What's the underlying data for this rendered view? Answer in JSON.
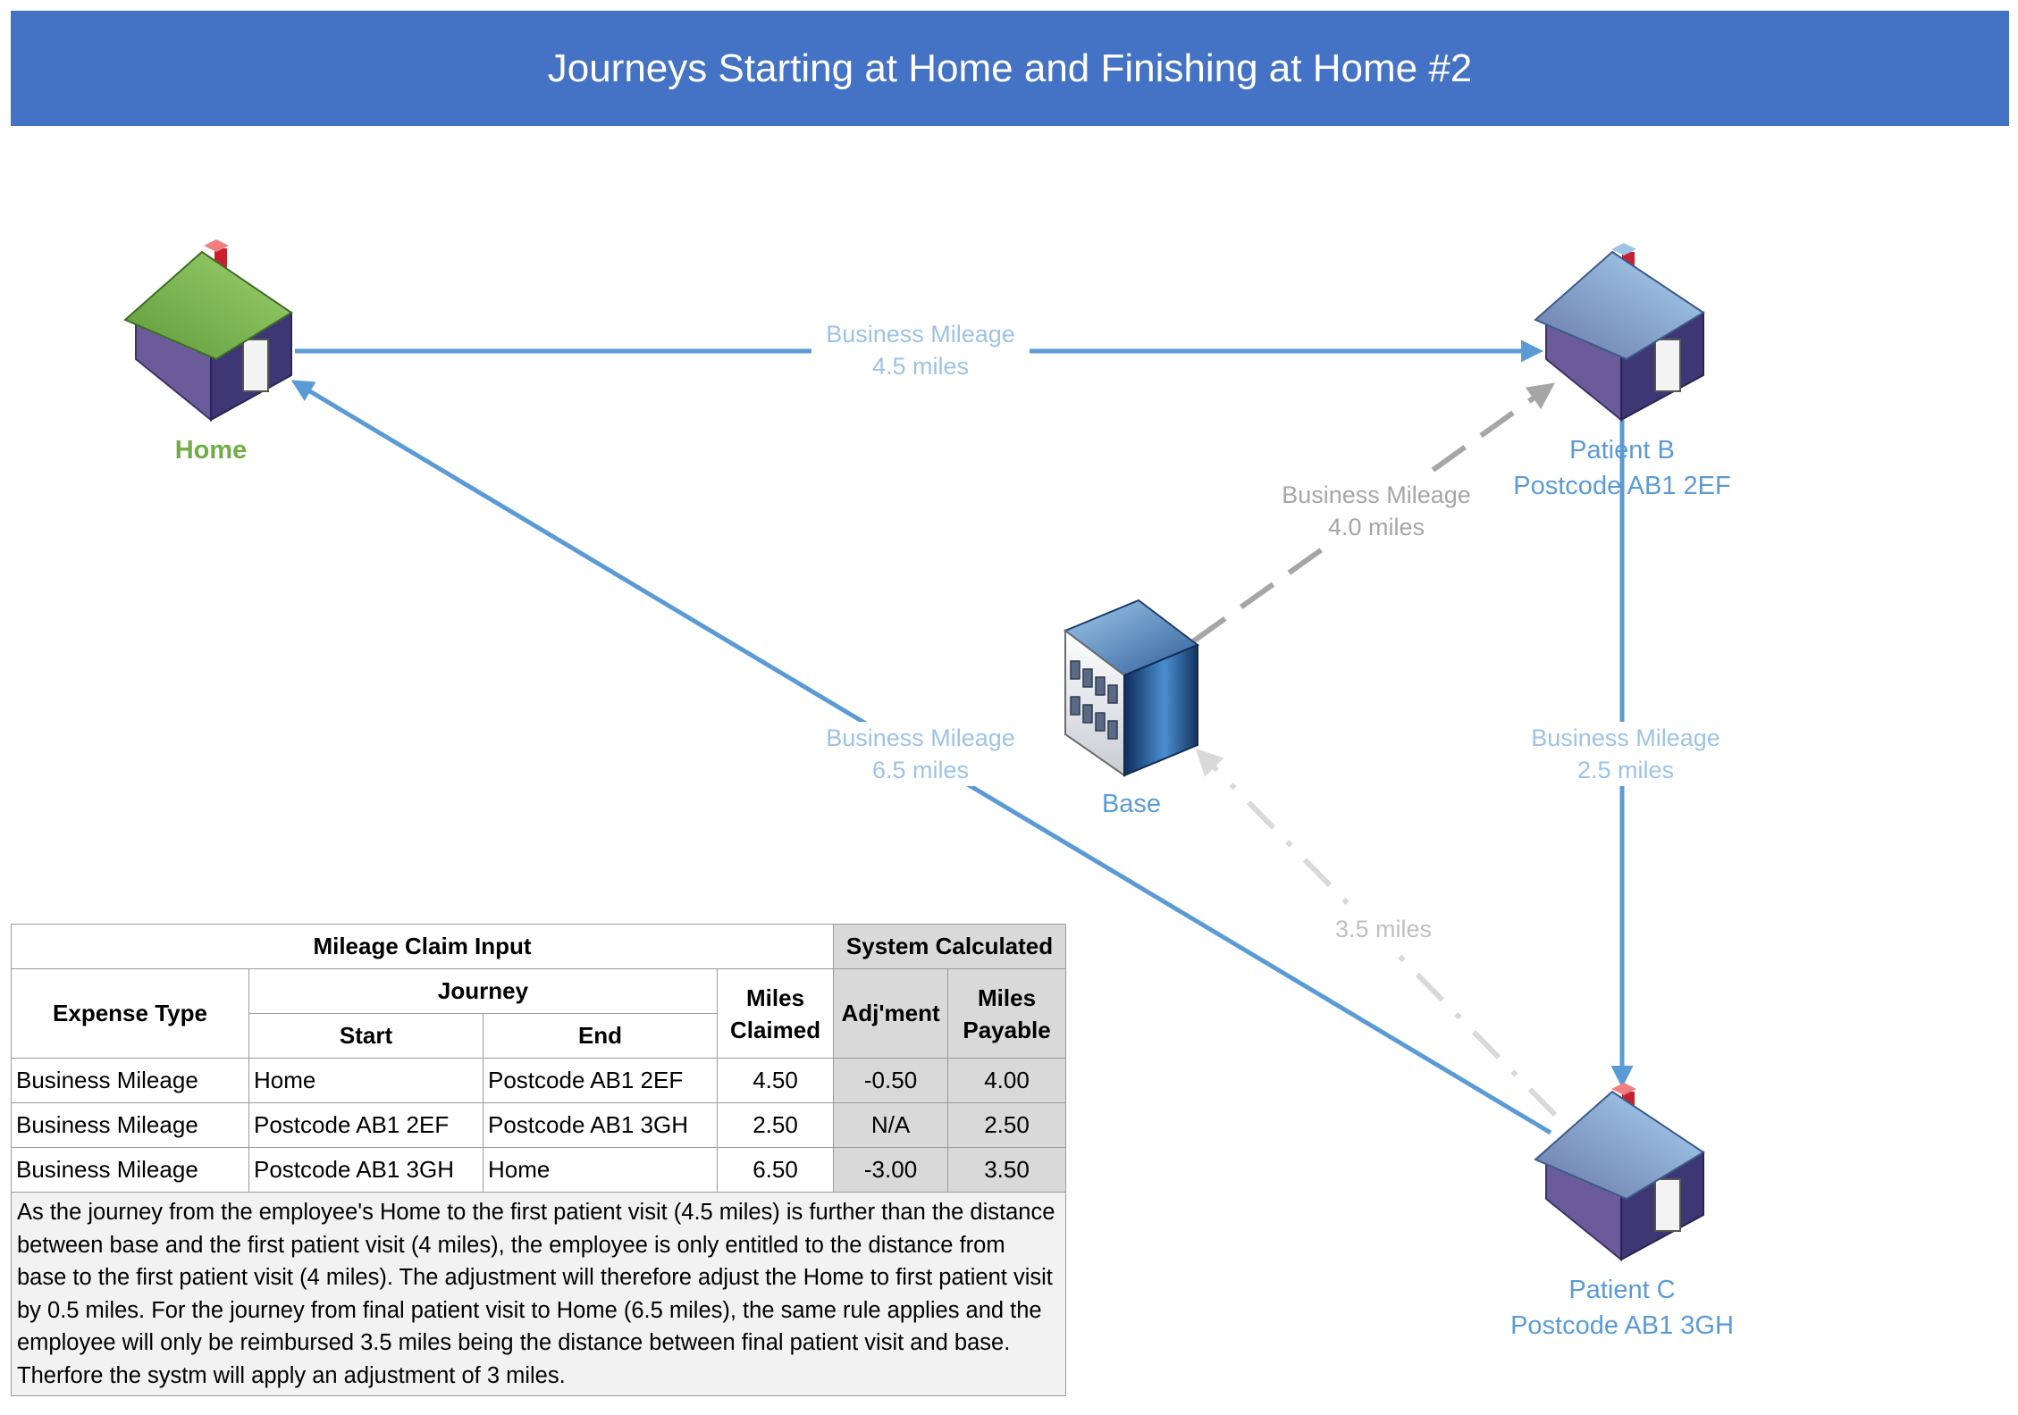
{
  "title": "Journeys Starting at Home and Finishing at Home #2",
  "nodes": {
    "home": {
      "label": "Home",
      "color": "#70AD47"
    },
    "patient_b": {
      "name": "Patient B",
      "postcode": "Postcode AB1 2EF"
    },
    "patient_c": {
      "name": "Patient C",
      "postcode": "Postcode AB1 3GH"
    },
    "base": {
      "label": "Base"
    }
  },
  "edges": {
    "home_to_b": {
      "line1": "Business Mileage",
      "line2": "4.5 miles"
    },
    "base_to_b": {
      "line1": "Business Mileage",
      "line2": "4.0 miles"
    },
    "b_to_c": {
      "line1": "Business Mileage",
      "line2": "2.5 miles"
    },
    "c_to_home": {
      "line1": "Business Mileage",
      "line2": "6.5 miles"
    },
    "c_to_base": {
      "line1": "3.5 miles"
    }
  },
  "colors": {
    "title_bg": "#4472C4",
    "journey_line": "#5B9BD5",
    "journey_label": "#9DC3E6",
    "base_line": "#A6A6A6",
    "node_text": "#5B9BD5",
    "system_bg": "#D9D9D9"
  },
  "table": {
    "group_input": "Mileage Claim Input",
    "group_system": "System Calculated",
    "h_expense_type": "Expense Type",
    "h_journey": "Journey",
    "h_start": "Start",
    "h_end": "End",
    "h_miles_claimed_1": "Miles",
    "h_miles_claimed_2": "Claimed",
    "h_adjustment": "Adj'ment",
    "h_miles_payable_1": "Miles",
    "h_miles_payable_2": "Payable",
    "rows": [
      {
        "type": "Business Mileage",
        "start": "Home",
        "end": "Postcode AB1 2EF",
        "claimed": "4.50",
        "adj": "-0.50",
        "payable": "4.00"
      },
      {
        "type": "Business Mileage",
        "start": "Postcode AB1 2EF",
        "end": "Postcode AB1 3GH",
        "claimed": "2.50",
        "adj": "N/A",
        "payable": "2.50"
      },
      {
        "type": "Business Mileage",
        "start": "Postcode AB1 3GH",
        "end": "Home",
        "claimed": "6.50",
        "adj": "-3.00",
        "payable": "3.50"
      }
    ],
    "note": "As the journey from the employee's Home to the first patient visit (4.5 miles) is further than the distance between base and the first patient visit (4 miles), the employee is only entitled to the distance from base to the first patient visit (4 miles).  The adjustment will therefore adjust the Home to first patient visit by 0.5 miles.  For the journey from final patient visit to Home (6.5 miles), the same rule applies and the employee will only be reimbursed 3.5 miles being the distance between final patient visit and base.  Therfore the systm will apply an adjustment of 3 miles."
  }
}
